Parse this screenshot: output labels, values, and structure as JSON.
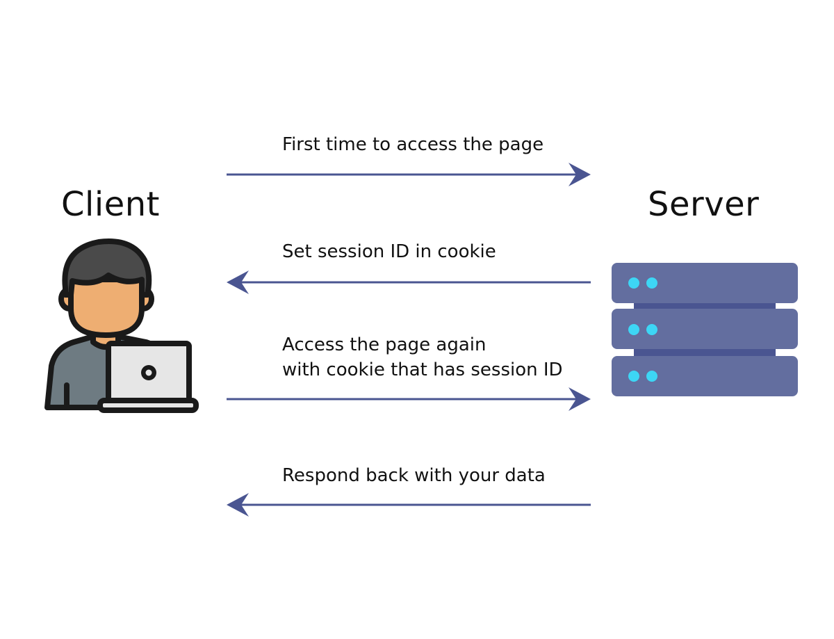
{
  "actors": {
    "client": {
      "title": "Client",
      "icon": "user-laptop-icon"
    },
    "server": {
      "title": "Server",
      "icon": "server-rack-icon"
    }
  },
  "messages": [
    {
      "direction": "client-to-server",
      "lines": [
        "First time to access the page"
      ]
    },
    {
      "direction": "server-to-client",
      "lines": [
        "Set session ID in cookie"
      ]
    },
    {
      "direction": "client-to-server",
      "lines": [
        "Access the page again",
        "with cookie that has session ID"
      ]
    },
    {
      "direction": "server-to-client",
      "lines": [
        "Respond back with your data"
      ]
    }
  ],
  "colors": {
    "arrow": "#4a5591",
    "server_body": "#636e9f",
    "server_gap": "#4a5591",
    "server_led": "#3dd6f5",
    "skin": "#eeae72",
    "hair": "#4a4a4a",
    "shirt": "#6e7b82",
    "laptop": "#e6e6e6",
    "outline": "#1a1a1a"
  }
}
